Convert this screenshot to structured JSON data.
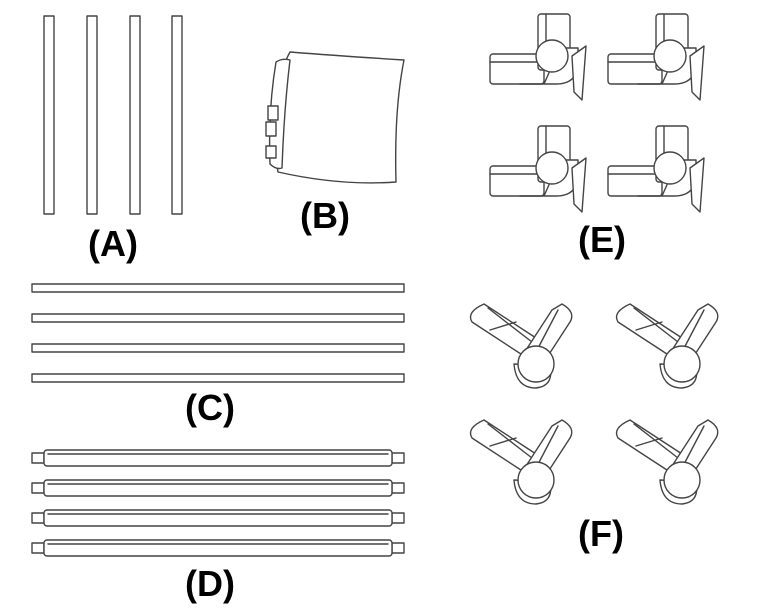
{
  "labels": {
    "a": "(A)",
    "b": "(B)",
    "c": "(C)",
    "d": "(D)",
    "e": "(E)",
    "f": "(F)"
  },
  "colors": {
    "stroke": "#444444",
    "text": "#000000",
    "background": "#ffffff"
  }
}
